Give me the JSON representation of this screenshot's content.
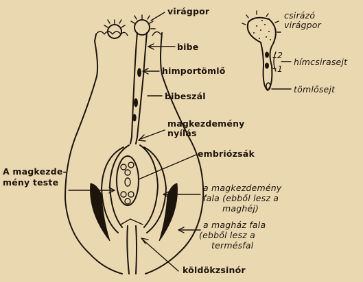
{
  "labels": {
    "viragpor": "virágpor",
    "csirazo_line1": "csirázó",
    "csirazo_line2": "virágpor",
    "bibe": "bibe",
    "himportomlo": "himportömlő",
    "bibeszal": "bibeszál",
    "num_2": "2",
    "num_1": "1",
    "himcsirasejt": "hímcsirasejt",
    "tomlosejt": "tömlősejt",
    "magkezdemeny_line1": "magkezdemény",
    "magkezdemeny_line2": "nyílás",
    "embriozsak": "embriózsák",
    "teste_line1": "A magkezde-",
    "teste_line2": "mény teste",
    "fala_line1": "a magkezdemény",
    "fala_line2": "fala (ebből lesz a",
    "fala_line3": "maghéj)",
    "maghaz_line1": "a magház fala",
    "maghaz_line2": "(ebből lesz a",
    "maghaz_line3": "termésfal",
    "koldokzsinor": "köldökzsinór"
  }
}
